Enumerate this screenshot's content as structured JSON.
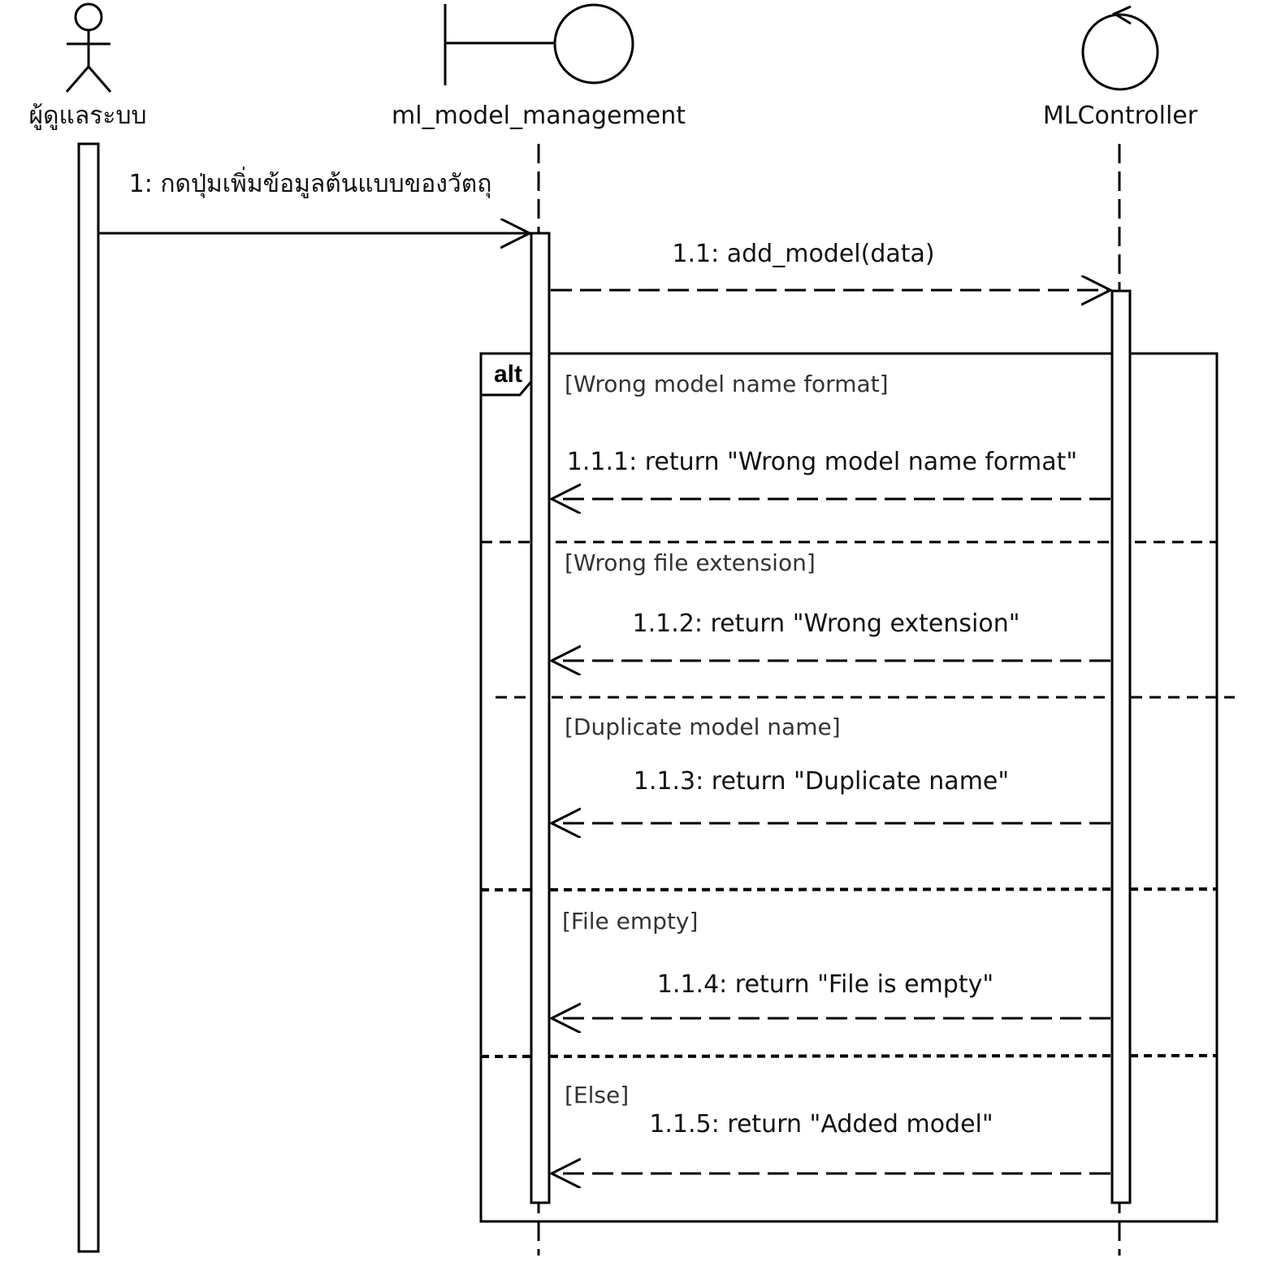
{
  "lifelines": {
    "actor": {
      "name": "ผู้ดูแลระบบ",
      "icon": "actor-stick-figure-icon"
    },
    "boundary": {
      "name": "ml_model_management",
      "icon": "boundary-icon"
    },
    "control": {
      "name": "MLController",
      "icon": "control-icon"
    }
  },
  "messages": {
    "m1": "1: กดปุ่มเพิ่มข้อมูลต้นแบบของวัตถุ",
    "m1_1": "1.1: add_model(data)"
  },
  "fragment": {
    "operator": "alt",
    "operands": [
      {
        "guard": "[Wrong model name format]",
        "reply": "1.1.1: return \"Wrong model name format\""
      },
      {
        "guard": "[Wrong file extension]",
        "reply": "1.1.2: return \"Wrong extension\""
      },
      {
        "guard": "[Duplicate model name]",
        "reply": "1.1.3: return \"Duplicate name\""
      },
      {
        "guard": "[File empty]",
        "reply": "1.1.4: return \"File is empty\""
      },
      {
        "guard": "[Else]",
        "reply": "1.1.5: return \"Added model\""
      }
    ]
  }
}
